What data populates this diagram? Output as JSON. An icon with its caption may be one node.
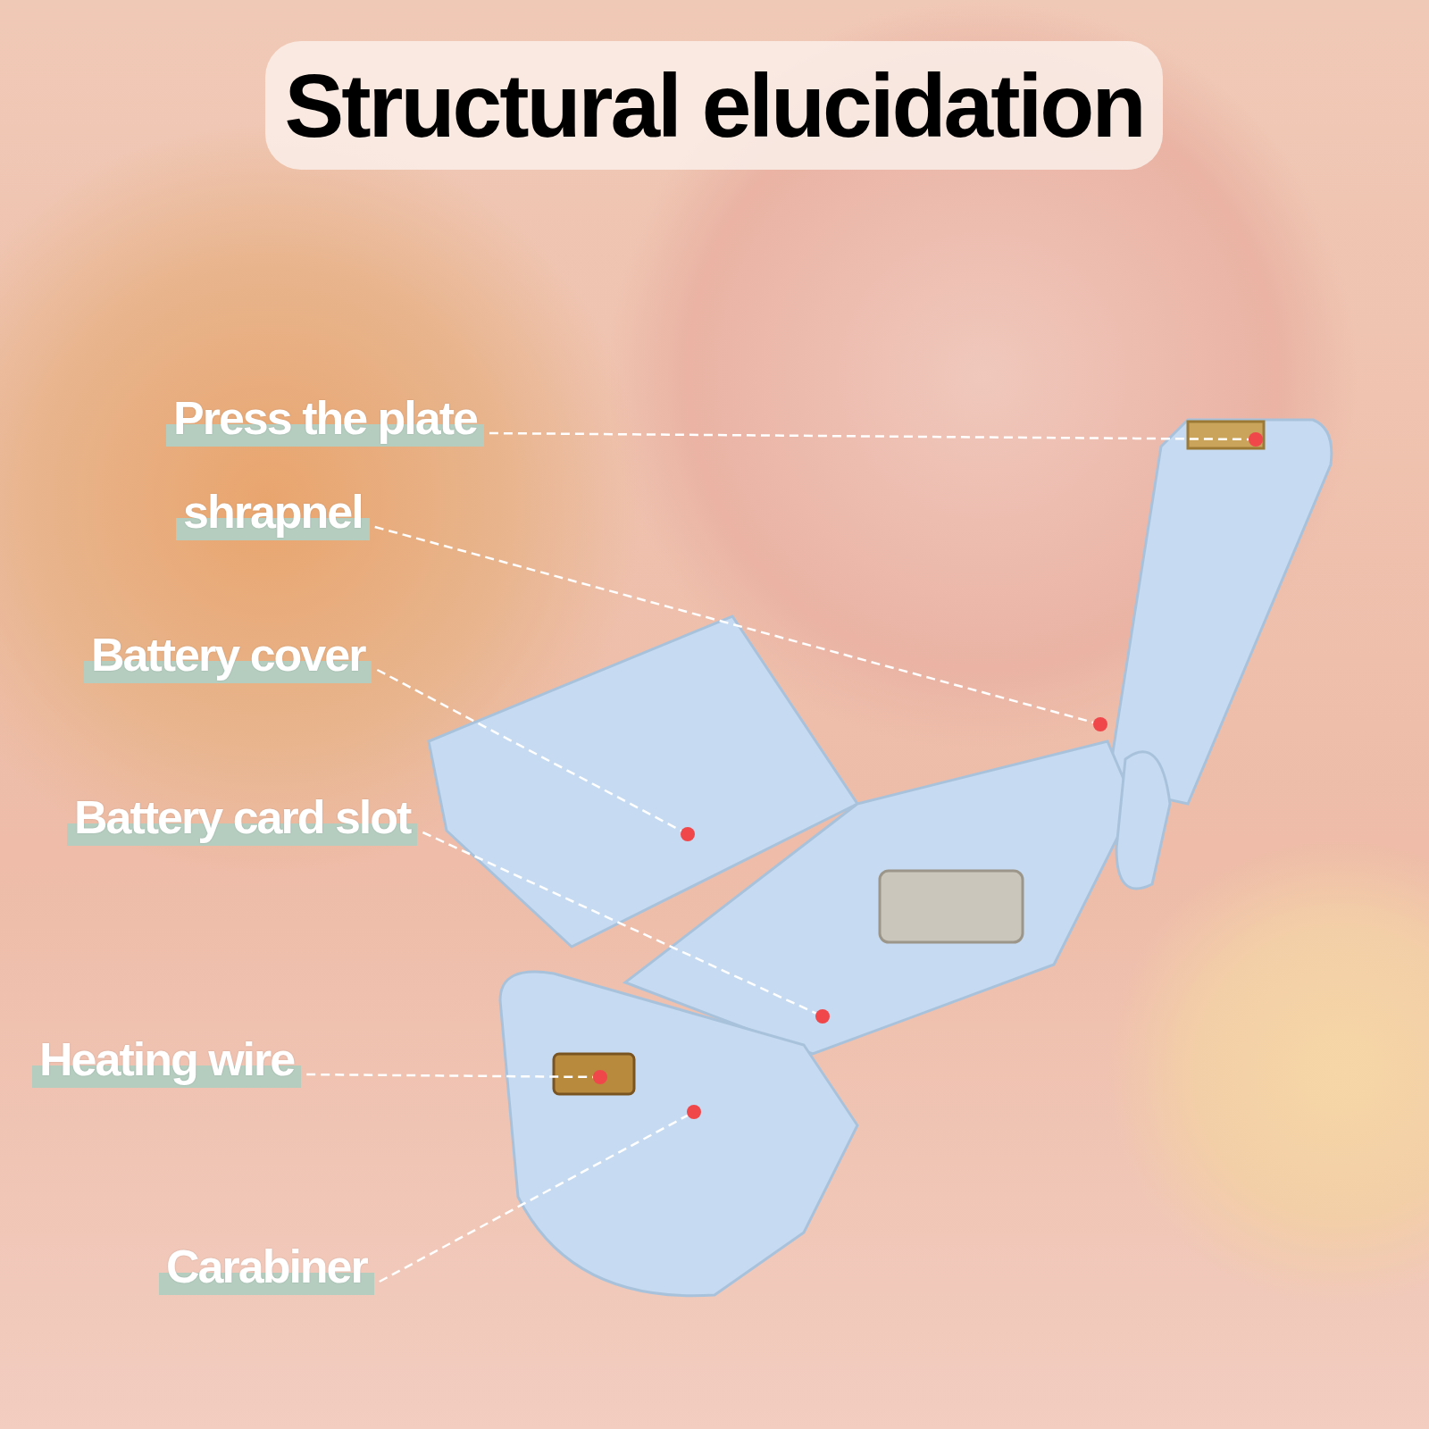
{
  "diagram": {
    "title": "Structural elucidation",
    "nodes": [
      {
        "text": [
          "Press the plate"
        ]
      },
      {
        "text": [
          "shrapnel"
        ]
      },
      {
        "text": [
          "Battery cover"
        ]
      },
      {
        "text": [
          "Battery card slot"
        ]
      },
      {
        "text": [
          "Heating wire"
        ]
      },
      {
        "text": [
          "Carabiner"
        ]
      },
      {
        "text": [],
        "shape": "circle"
      },
      {
        "text": [],
        "shape": "circle"
      },
      {
        "text": [],
        "shape": "circle"
      },
      {
        "text": [],
        "shape": "circle"
      },
      {
        "text": [],
        "shape": "circle"
      },
      {
        "text": [],
        "shape": "circle"
      }
    ],
    "edges": [
      {
        "from": 0,
        "to": 6,
        "arrow": "none",
        "style": "dashed"
      },
      {
        "from": 1,
        "to": 7,
        "arrow": "none",
        "style": "dashed"
      },
      {
        "from": 2,
        "to": 8,
        "arrow": "none",
        "style": "dashed"
      },
      {
        "from": 3,
        "to": 9,
        "arrow": "none",
        "style": "dashed"
      },
      {
        "from": 4,
        "to": 10,
        "arrow": "none",
        "style": "dashed"
      },
      {
        "from": 5,
        "to": 11,
        "arrow": "none",
        "style": "dashed"
      }
    ]
  }
}
